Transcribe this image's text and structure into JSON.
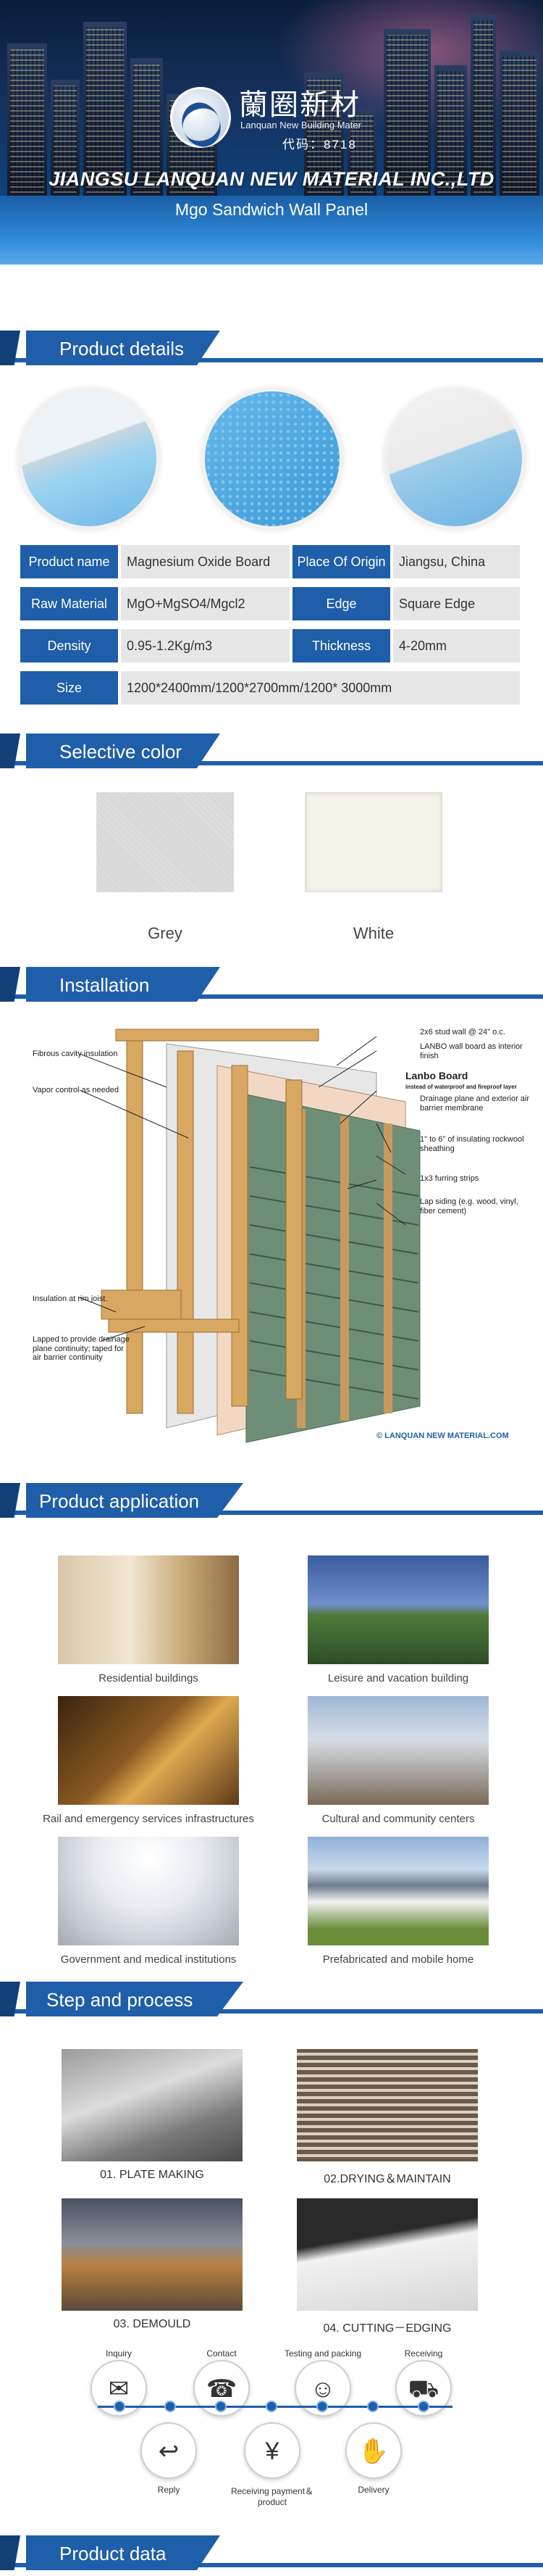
{
  "banner": {
    "company_cn": "蘭圈新材",
    "company_en_small": "Lanquan New Building Mater",
    "stock_code": "代码：8718",
    "company_name": "JIANGSU LANQUAN NEW MATERIAL INC.,LTD",
    "product_name": "Mgo Sandwich Wall Panel"
  },
  "sections": {
    "details": "Product details",
    "color": "Selective color",
    "installation": "Installation",
    "application": "Product application",
    "process": "Step and process",
    "data": "Product data"
  },
  "specs": [
    {
      "label": "Product name",
      "value": "Magnesium Oxide Board",
      "label2": "Place Of Origin",
      "value2": "Jiangsu, China"
    },
    {
      "label": "Raw Material",
      "value": "MgO+MgSO4/Mgcl2",
      "label2": "Edge",
      "value2": "Square Edge"
    },
    {
      "label": "Density",
      "value": "0.95-1.2Kg/m3",
      "label2": "Thickness",
      "value2": "4-20mm"
    },
    {
      "label": "Size",
      "value": "1200*2400mm/1200*2700mm/1200* 3000mm"
    }
  ],
  "colors": [
    {
      "name": "Grey"
    },
    {
      "name": "White"
    }
  ],
  "installation": {
    "left_labels": [
      "Fibrous cavity insulation",
      "Vapor control as needed",
      "Insulation at rim joist.",
      "Lapped to provide drainage plane continuity; taped for air barrier continuity"
    ],
    "right_labels": {
      "stud": "2x6 stud wall @ 24\" o.c.",
      "lanbo_wall": "LANBO wall board as interior finish",
      "lanbo_board": "Lanbo Board",
      "lanbo_note": "instead of waterproof and fireproof layer",
      "drainage": "Drainage plane and exterior air barrier membrane",
      "rockwool": "1\" to 6\" of insulating rockwool sheathing",
      "furring": "1x3 furring strips",
      "siding": "Lap siding (e.g. wood, vinyl, fiber cement)"
    },
    "copyright": "© LANQUAN NEW MATERIAL.COM"
  },
  "applications": [
    {
      "caption": "Residential buildings"
    },
    {
      "caption": "Leisure and vacation building"
    },
    {
      "caption": "Rail and emergency services infrastructures"
    },
    {
      "caption": "Cultural and community centers"
    },
    {
      "caption": "Government and medical institutions"
    },
    {
      "caption": "Prefabricated and mobile home"
    }
  ],
  "process_steps": [
    {
      "caption": "01. PLATE MAKING"
    },
    {
      "caption": "02.DRYING＆MAINTAIN"
    },
    {
      "caption": "03. DEMOULD"
    },
    {
      "caption": "04. CUTTING－EDGING"
    }
  ],
  "flow": {
    "top": [
      "Inquiry",
      "Contact",
      "Testing and packing",
      "Receiving"
    ],
    "bottom": [
      "Reply",
      "Receiving payment＆product",
      "Delivery"
    ],
    "icons_top": [
      "envelope-icon",
      "phone-icon",
      "worker-icon",
      "truck-icon"
    ],
    "icons_bottom": [
      "reply-icon",
      "payment-icon",
      "handshake-icon"
    ]
  },
  "colors_theme": {
    "accent": "#1f5ea8",
    "accent_dark": "#123f78",
    "label_bg": "#e6e6e6"
  }
}
